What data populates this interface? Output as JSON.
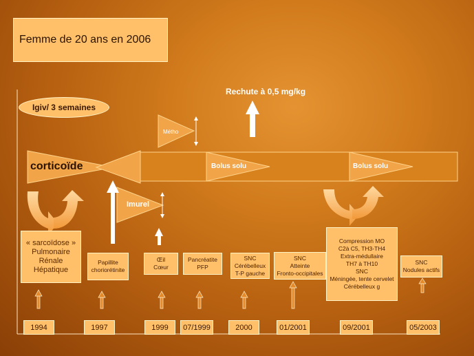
{
  "title": "Femme de 20 ans en 2006",
  "igiv_label": "Igiv/ 3 semaines",
  "rechute_label": "Rechute à 0,5 mg/kg",
  "corticoide_label": "corticoïde",
  "metho_label": "Métho",
  "bolus1_label": "Bolus solu",
  "bolus2_label": "Bolus solu",
  "imurel_label": "Imurel",
  "events": [
    {
      "text": "« sarcoïdose »\nPulmonaire\nRénale\nHépatique"
    },
    {
      "text": "Papillite\nchoriorétinite"
    },
    {
      "text": "Œil\nCœur"
    },
    {
      "text": "Pancréatite\nPFP"
    },
    {
      "text": "SNC\nCérébelleux\nT-P gauche"
    },
    {
      "text": "SNC\nAtteinte\nFronto-occipitales"
    },
    {
      "text": "Compression MO\nC2à C5, TH3-TH4\nExtra-médullaire\nTH7 à TH10\nSNC\nMéningée, tente cervelet\nCérébelleux g"
    },
    {
      "text": "SNC\nNodules actifs"
    }
  ],
  "years": [
    "1994",
    "1997",
    "1999",
    "07/1999",
    "2000",
    "01/2001",
    "09/2001",
    "05/2003"
  ],
  "colors": {
    "box_fill": "#ffc069",
    "box_border": "#fff3c8",
    "arrow_orange": "#e58a2a",
    "band": "#d8821e"
  }
}
